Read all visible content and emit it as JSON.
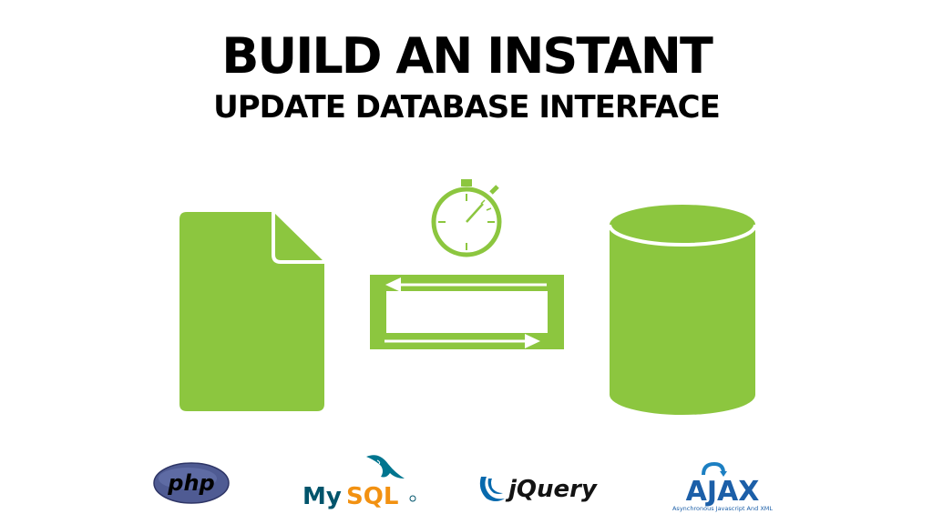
{
  "header": {
    "title_line1": "BUILD AN INSTANT",
    "title_line2": "UPDATE DATABASE INTERFACE"
  },
  "colors": {
    "accent": "#8cc63f",
    "text": "#000000"
  },
  "illustration": {
    "icons": [
      "document-icon",
      "stopwatch-icon",
      "sync-arrows-icon",
      "database-icon"
    ]
  },
  "logos": {
    "php": "php",
    "mysql_my": "My",
    "mysql_sql": "SQL",
    "jquery": "jQuery",
    "ajax": "AJAX",
    "ajax_tagline": "Asynchronous Javascript And XML"
  }
}
